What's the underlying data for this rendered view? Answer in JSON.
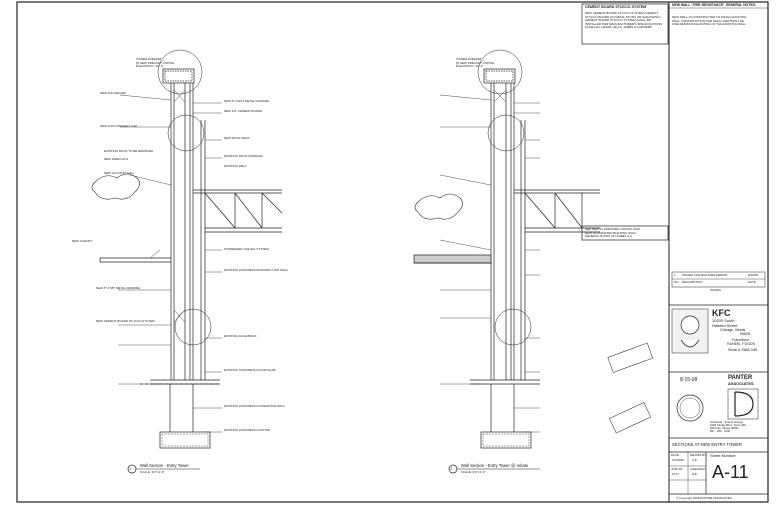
{
  "drawing": {
    "cement_notes": {
      "title": "CEMENT BOARD STUCCO SYSTEM",
      "lines": [
        "NEW CEMENT BOARD STUCCO SYSTEM (CEMENT",
        "STUCCO BOARD ON METAL STUDS OR SHEATHING)",
        "CEMENT BOARD STUCCO SYSTEM SHALL BE",
        "INSTALLED PER MANUFACTURER'S SPECIFICATIONS",
        "FLASH ALL HEADS, SILLS, JAMBS & CORNERS"
      ]
    },
    "fire_notes": {
      "title": "NEW WALL \"FIRE RESISTANCE\" GENERAL NOTES:",
      "lines": [
        "NEW WALL IS CONSTRUCTED TO MATCH EXISTING",
        "WALL CONSTRUCTION AND SHALL MAINTAIN THE",
        "FIRE RESISTANCE RATING OF THE EXISTING WALL"
      ]
    },
    "general_notes": [
      "SEE NEW ILLUMINATED CANOPY AND",
      "NEW ILLUMINATED BUILDING SIGN",
      "GENERAL NOTES ON SHEET A-6"
    ],
    "left_labels": {
      "parapet": [
        "TOWER PARAPET",
        "@ NEW PRECAST COPING",
        "ELEVATION = 26'-0\""
      ],
      "items": [
        "NEW 2x6 LEDGER",
        "NEW 6\" LIGHT METAL FRAMING",
        "NEW 1/2\" CEMENT BOARD",
        "NEW 8 3/4\" PARAPET CAP",
        "EXISTING ROOF TO BE REMOVED",
        "NEW ROOF DECK",
        "NEW WIRE LATH",
        "EXISTING ROOF MATERIAL",
        "EXISTING WALL",
        "NEW 2x4 STUD WALL",
        "NEW CANOPY",
        "SUSPENDED CEILING SYSTEM",
        "EXISTING CONCRETE MASONRY UNIT WALL",
        "NEW 5\" 3 5/8\" METAL FRAMING",
        "NEW CEMENT BOARD STUCCO SYSTEM",
        "EXISTING FACE BRICK",
        "EXISTING CONCRETE FLOOR SLAB",
        "EXISTING CONCRETE FOUNDATION WALL",
        "EXISTING CONCRETE FOOTING"
      ]
    },
    "right_labels": {
      "parapet": [
        "TOWER PARAPET",
        "@ NEW PRECAST COPING",
        "ELEVATION = 26'-0\""
      ]
    },
    "section_titles": [
      {
        "num": "1",
        "title": "Wall Section - Entry Tower",
        "scale": "SCALE: 3/4\"=1'-0\""
      },
      {
        "num": "2",
        "title": "Wall Section - Entry Tower @ rebate",
        "scale": "SCALE: 3/4\"=1'-0\""
      }
    ]
  },
  "title_block": {
    "issues_rows": [
      {
        "no": "1",
        "desc": "ISSUED FOR BUILDING PERMIT",
        "date": "8/10/08"
      }
    ],
    "issues_headers": {
      "no": "NO.",
      "desc": "DESCRIPTION",
      "date": "DATE"
    },
    "issues_label": "ISSUES",
    "client": {
      "brand": "KFC",
      "address": [
        "10200 South",
        "Halsted Street"
      ],
      "city": [
        "Chicago, Illinois",
        "60628"
      ],
      "franchisee_label": "Franchisee:",
      "franchisee": "RAHEEL FOODS",
      "store": "Store # J588-045"
    },
    "seal_note": "8-15-08",
    "architect": {
      "name": [
        "PANTER",
        "ASSOCIATES"
      ],
      "lines": [
        "Architects - Interior Design",
        "1000 Skokie Blvd., Suite 400",
        "Wilmette, Illinois 60091",
        "847 . 256 . 1500"
      ]
    },
    "sheet_title": "SECTIONS AT NEW ENTRY TOWER",
    "meta": {
      "date_label": "DATE:",
      "date": "10/30/08",
      "drawn_label": "DRAWN BY:",
      "drawn": "K.E.",
      "job_label": "JOB NO.:",
      "job": "0777",
      "check_label": "CHECKED:",
      "check": "E.E."
    },
    "sheet_number_label": "Sheet Number",
    "sheet_number": "A-11",
    "copyright": "© Copyright 2008 PANTER ASSOCIATES"
  }
}
